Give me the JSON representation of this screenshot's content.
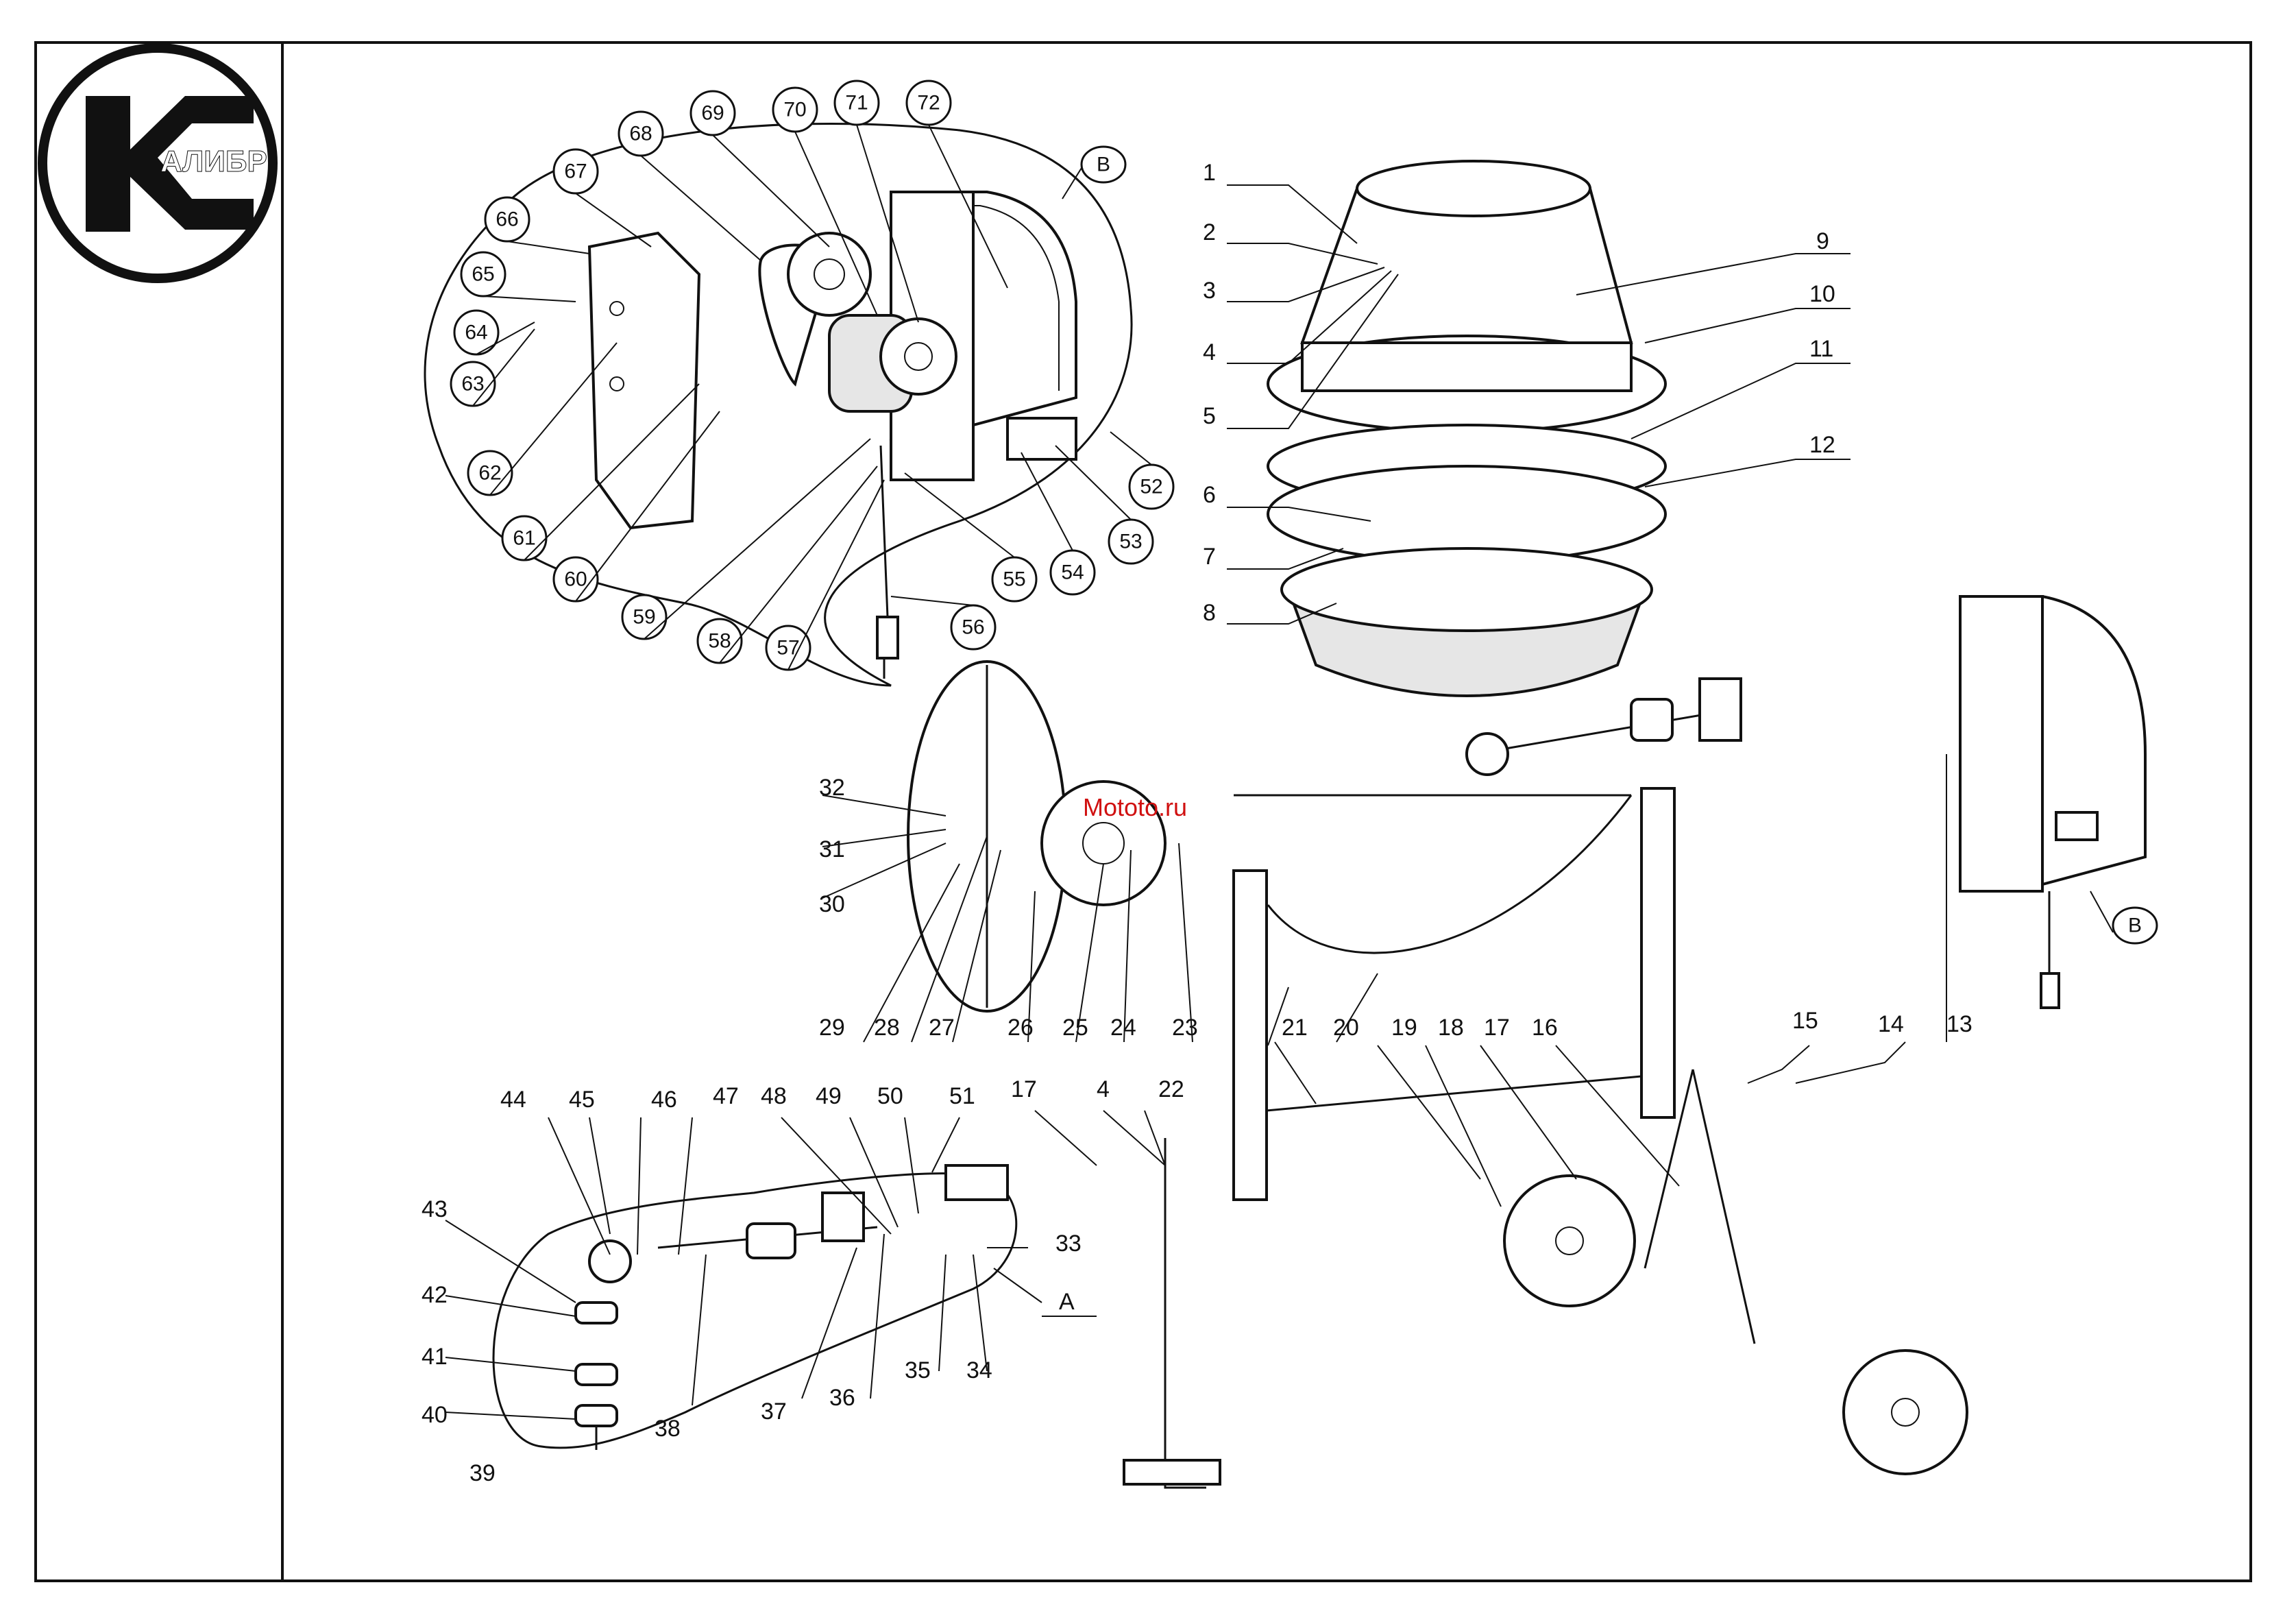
{
  "logo": {
    "text": "АЛИБР"
  },
  "watermark": "Mototo.ru",
  "callouts_plain": [
    "1",
    "2",
    "3",
    "4",
    "5",
    "6",
    "7",
    "8",
    "9",
    "10",
    "11",
    "12",
    "13",
    "14",
    "15",
    "16",
    "17",
    "18",
    "19",
    "20",
    "21",
    "22",
    "23",
    "24",
    "25",
    "26",
    "27",
    "28",
    "29",
    "30",
    "31",
    "32",
    "33",
    "34",
    "35",
    "36",
    "37",
    "38",
    "39",
    "40",
    "41",
    "42",
    "43",
    "44",
    "45",
    "46",
    "47",
    "48",
    "49",
    "50",
    "51"
  ],
  "callouts_secondary": [
    "17",
    "4"
  ],
  "callouts_circled": [
    "52",
    "53",
    "54",
    "55",
    "56",
    "57",
    "58",
    "59",
    "60",
    "61",
    "62",
    "63",
    "64",
    "65",
    "66",
    "67",
    "68",
    "69",
    "70",
    "71",
    "72"
  ],
  "detail_labels": {
    "a": "A",
    "b": "B",
    "b_top": "B"
  },
  "colors": {
    "ink": "#111111",
    "paper": "#ffffff",
    "fill": "#e6e6e6",
    "watermark": "#d01010"
  }
}
